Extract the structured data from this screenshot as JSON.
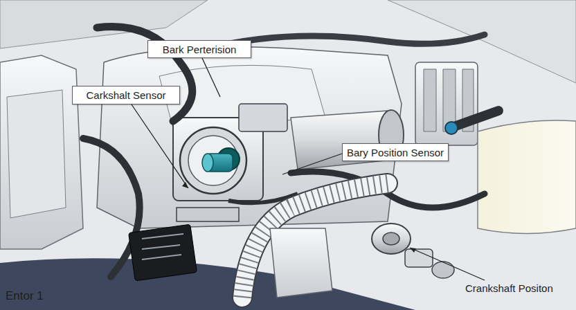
{
  "diagram": {
    "nodes": [
      {
        "text": [
          "Bark Perterision"
        ]
      },
      {
        "text": [
          "Carkshalt Sensor"
        ]
      },
      {
        "text": [
          "Bary Position Sensor"
        ]
      }
    ],
    "labels": [
      "Crankshaft Positon",
      "Entor 1"
    ]
  }
}
